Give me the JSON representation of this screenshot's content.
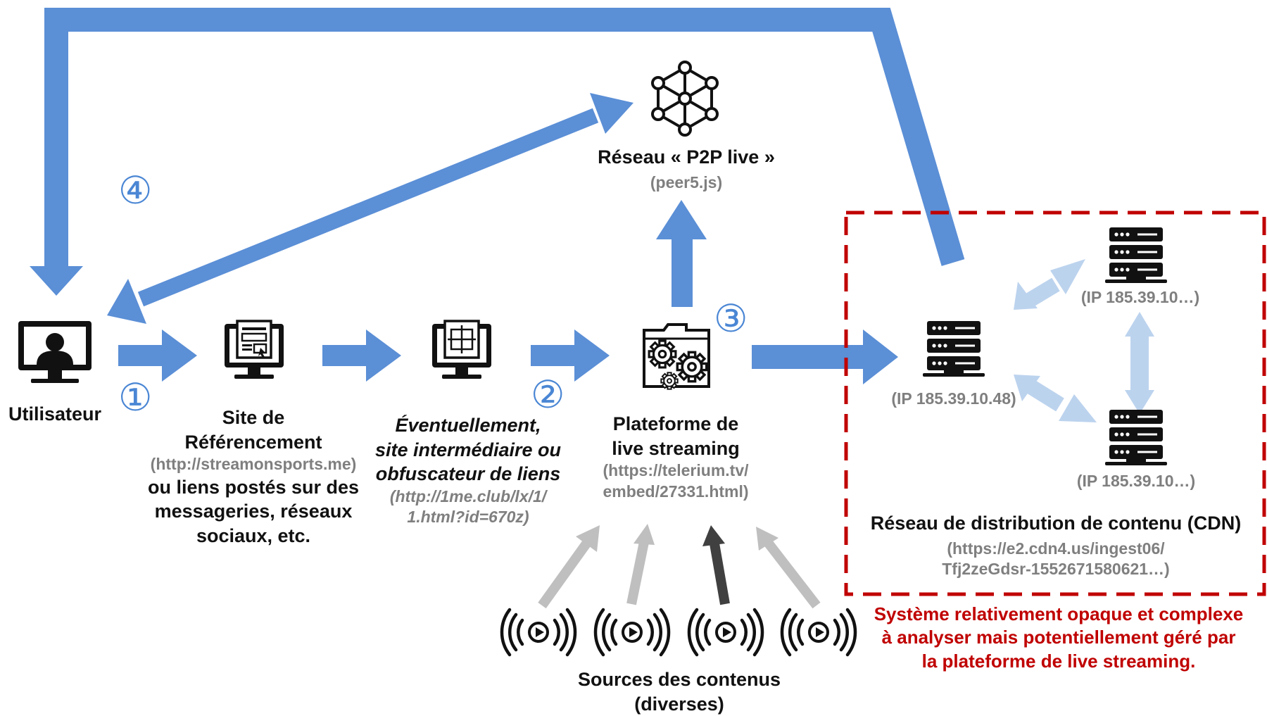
{
  "colors": {
    "arrow_blue": "#5b8fd6",
    "arrow_light_blue": "#bcd3ee",
    "arrow_gray": "#bfbfbf",
    "arrow_dark_gray": "#404040",
    "cdn_border": "#c00000",
    "numbers": "#4a86d4",
    "gray_text": "#7f7f7f",
    "red_text": "#c00000"
  },
  "icons": {
    "user": "user-monitor-icon",
    "site": "web-page-monitor-icon",
    "intermediate": "grid-monitor-icon",
    "platform": "gears-folder-icon",
    "p2p": "network-nodes-icon",
    "server": "server-rack-icon",
    "broadcast": "broadcast-play-icon"
  },
  "steps": {
    "one": "①",
    "two": "②",
    "three": "③",
    "four": "④"
  },
  "user": {
    "label": "Utilisateur"
  },
  "site": {
    "title_line1": "Site de",
    "title_line2": "Référencement",
    "url": "(http://streamonsports.me)",
    "note_line1": "ou liens postés sur des",
    "note_line2": "messageries, réseaux",
    "note_line3": "sociaux, etc."
  },
  "intermediate": {
    "line1": "Éventuellement,",
    "line2": "site intermédiaire ou",
    "line3": "obfuscateur de liens",
    "url_line1": "(http://1me.club/lx/1/",
    "url_line2": "1.html?id=670z)"
  },
  "platform": {
    "line1": "Plateforme de",
    "line2": "live streaming",
    "url_line1": "(https://telerium.tv/",
    "url_line2": "embed/27331.html)"
  },
  "p2p": {
    "title": "Réseau « P2P live »",
    "lib": "(peer5.js)"
  },
  "cdn": {
    "main_ip": "(IP 185.39.10.48)",
    "top_ip": "(IP 185.39.10…)",
    "bottom_ip": "(IP 185.39.10…)",
    "title": "Réseau de distribution de contenu (CDN)",
    "url_line1": "(https://e2.cdn4.us/ingest06/",
    "url_line2": "Tfj2zeGdsr-1552671580621…)"
  },
  "sources": {
    "line1": "Sources des contenus",
    "line2": "(diverses)"
  },
  "note": {
    "line1": "Système relativement opaque et complexe",
    "line2": "à analyser mais potentiellement géré par",
    "line3": "la plateforme de live streaming."
  }
}
